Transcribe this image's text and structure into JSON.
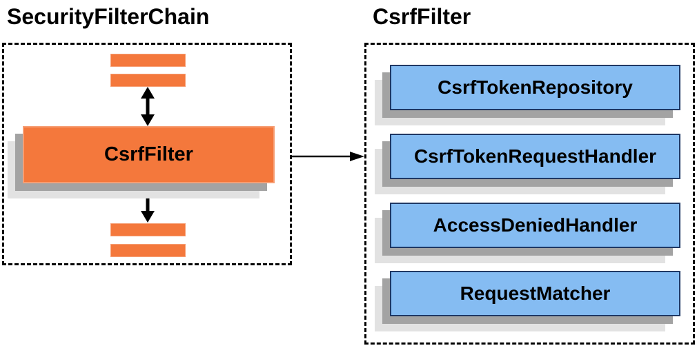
{
  "security_filter_chain": {
    "title": "SecurityFilterChain",
    "filter_label": "CsrfFilter"
  },
  "csrf_filter_panel": {
    "title": "CsrfFilter",
    "components": [
      "CsrfTokenRepository",
      "CsrfTokenRequestHandler",
      "AccessDeniedHandler",
      "RequestMatcher"
    ]
  },
  "colors": {
    "orange_fill": "#F4783C",
    "orange_border": "#F69E74",
    "blue_fill": "#85BCF2",
    "blue_border": "#1F3864",
    "shadow_mid": "#A3A3A3",
    "shadow_light": "#E2E2E2",
    "arrow_color": "#000000",
    "border_dash": "#000000",
    "text_color": "#000000",
    "background": "#FFFFFF"
  }
}
